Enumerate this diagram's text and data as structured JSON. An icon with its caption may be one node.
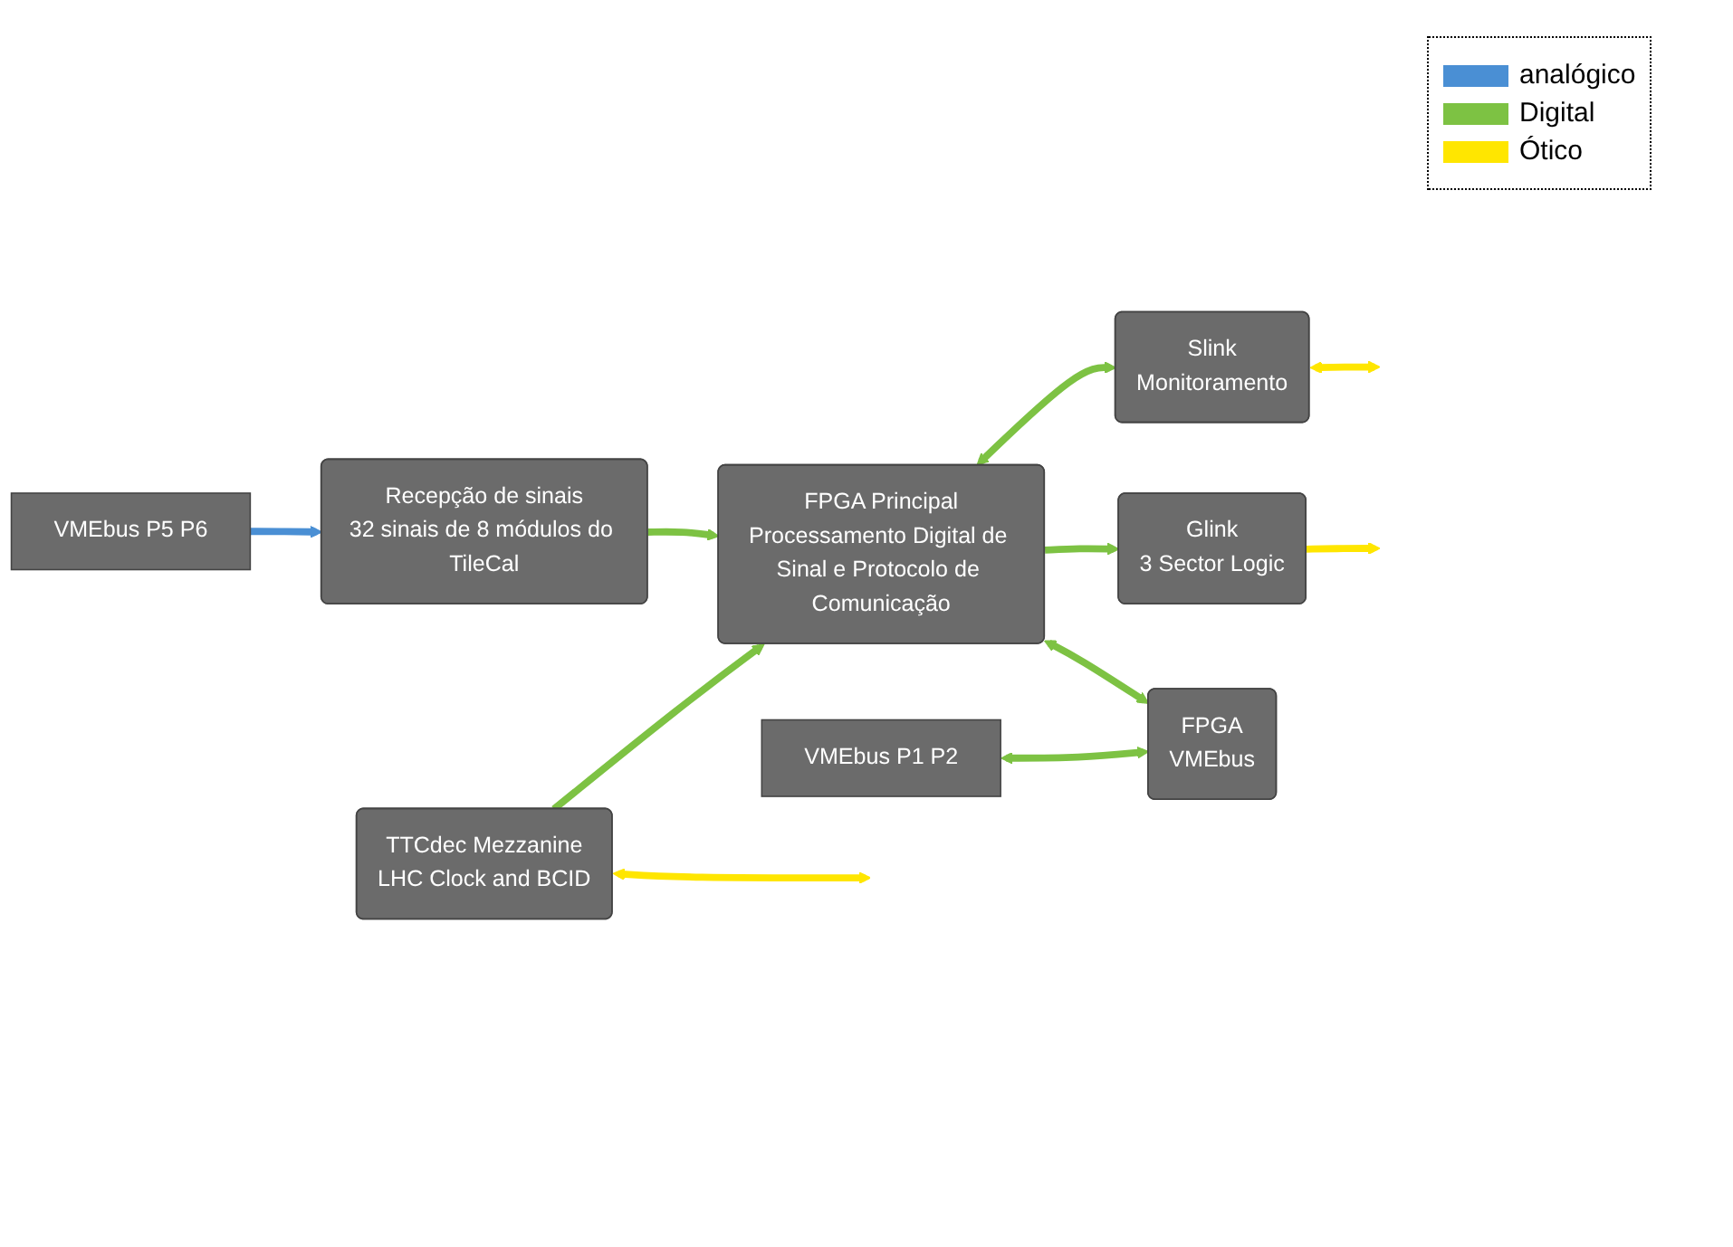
{
  "diagram": {
    "nodes": [
      {
        "text": [
          "VMEbus P5 P6"
        ]
      },
      {
        "text": [
          "Recepção de sinais",
          "32 sinais de 8 módulos do TileCal"
        ]
      },
      {
        "text": [
          "Slink",
          "Monitoramento"
        ]
      },
      {
        "text": [
          "FPGA Principal",
          "Processamento Digital de Sinal e Protocolo de Comunicação"
        ]
      },
      {
        "text": [
          "Glink",
          "3 Sector Logic"
        ]
      },
      {
        "text": [
          "VMEbus P1 P2"
        ]
      },
      {
        "text": [
          "FPGA",
          "VMEbus"
        ]
      },
      {
        "text": [
          "TTCdec Mezzanine",
          "LHC Clock and BCID"
        ]
      }
    ],
    "edges": [
      {
        "from": 0,
        "to": 1,
        "arrow": "to",
        "color": "#4a8fd4"
      },
      {
        "from": 1,
        "to": 3,
        "arrow": "to"
      },
      {
        "from": 3,
        "to": 2,
        "arrow": "both"
      },
      {
        "from": 3,
        "to": 4,
        "arrow": "to"
      },
      {
        "from": 3,
        "to": 6,
        "arrow": "both"
      },
      {
        "from": 7,
        "to": 3,
        "arrow": "to"
      },
      {
        "from": 5,
        "to": 6,
        "arrow": "both"
      },
      {
        "from": 2,
        "to": null,
        "arrow": "both",
        "color": "#ffe600"
      },
      {
        "from": 4,
        "to": null,
        "arrow": "to",
        "color": "#ffe600"
      },
      {
        "from": 7,
        "to": null,
        "arrow": "both",
        "color": "#ffe600"
      }
    ],
    "legend": [
      {
        "text": "analógico",
        "color": "#4a8fd4"
      },
      {
        "text": "Digital",
        "color": "#7dc243"
      },
      {
        "text": "Ótico",
        "color": "#ffe600"
      }
    ]
  }
}
